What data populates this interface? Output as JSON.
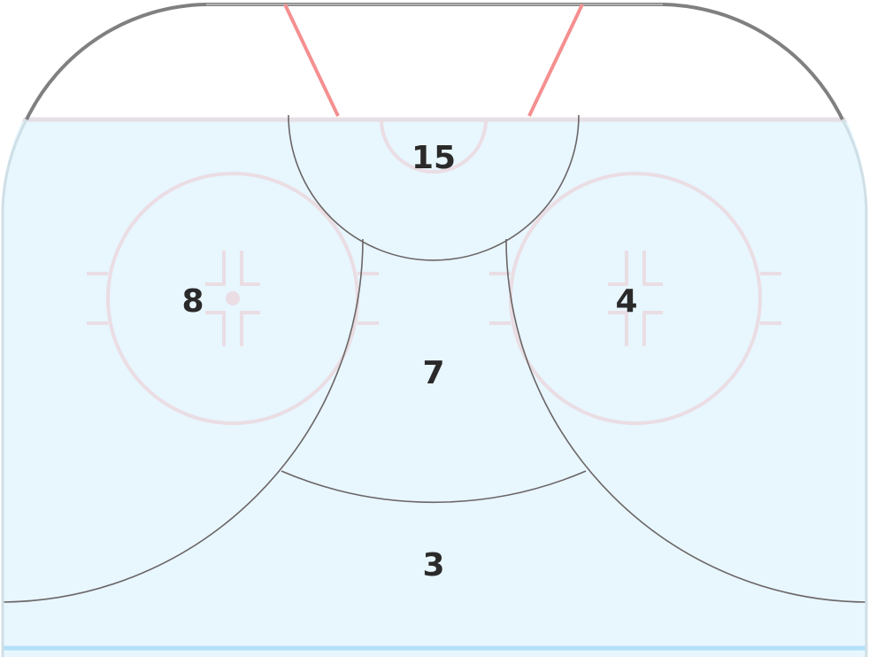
{
  "title": "Shot zones",
  "zones": [
    {
      "id": "crease",
      "value": "15"
    },
    {
      "id": "left-circle",
      "value": "8"
    },
    {
      "id": "right-circle",
      "value": "4"
    },
    {
      "id": "slot",
      "value": "7"
    },
    {
      "id": "high-slot",
      "value": "3"
    }
  ],
  "colors": {
    "ice": "#e8f6fe",
    "boards": "#808080",
    "goal_line": "#e6dfe6",
    "red_line": "#f59090",
    "faceoff": "#eadde3",
    "zone_line": "#6b6666",
    "blue_line": "#b3e0f8"
  }
}
